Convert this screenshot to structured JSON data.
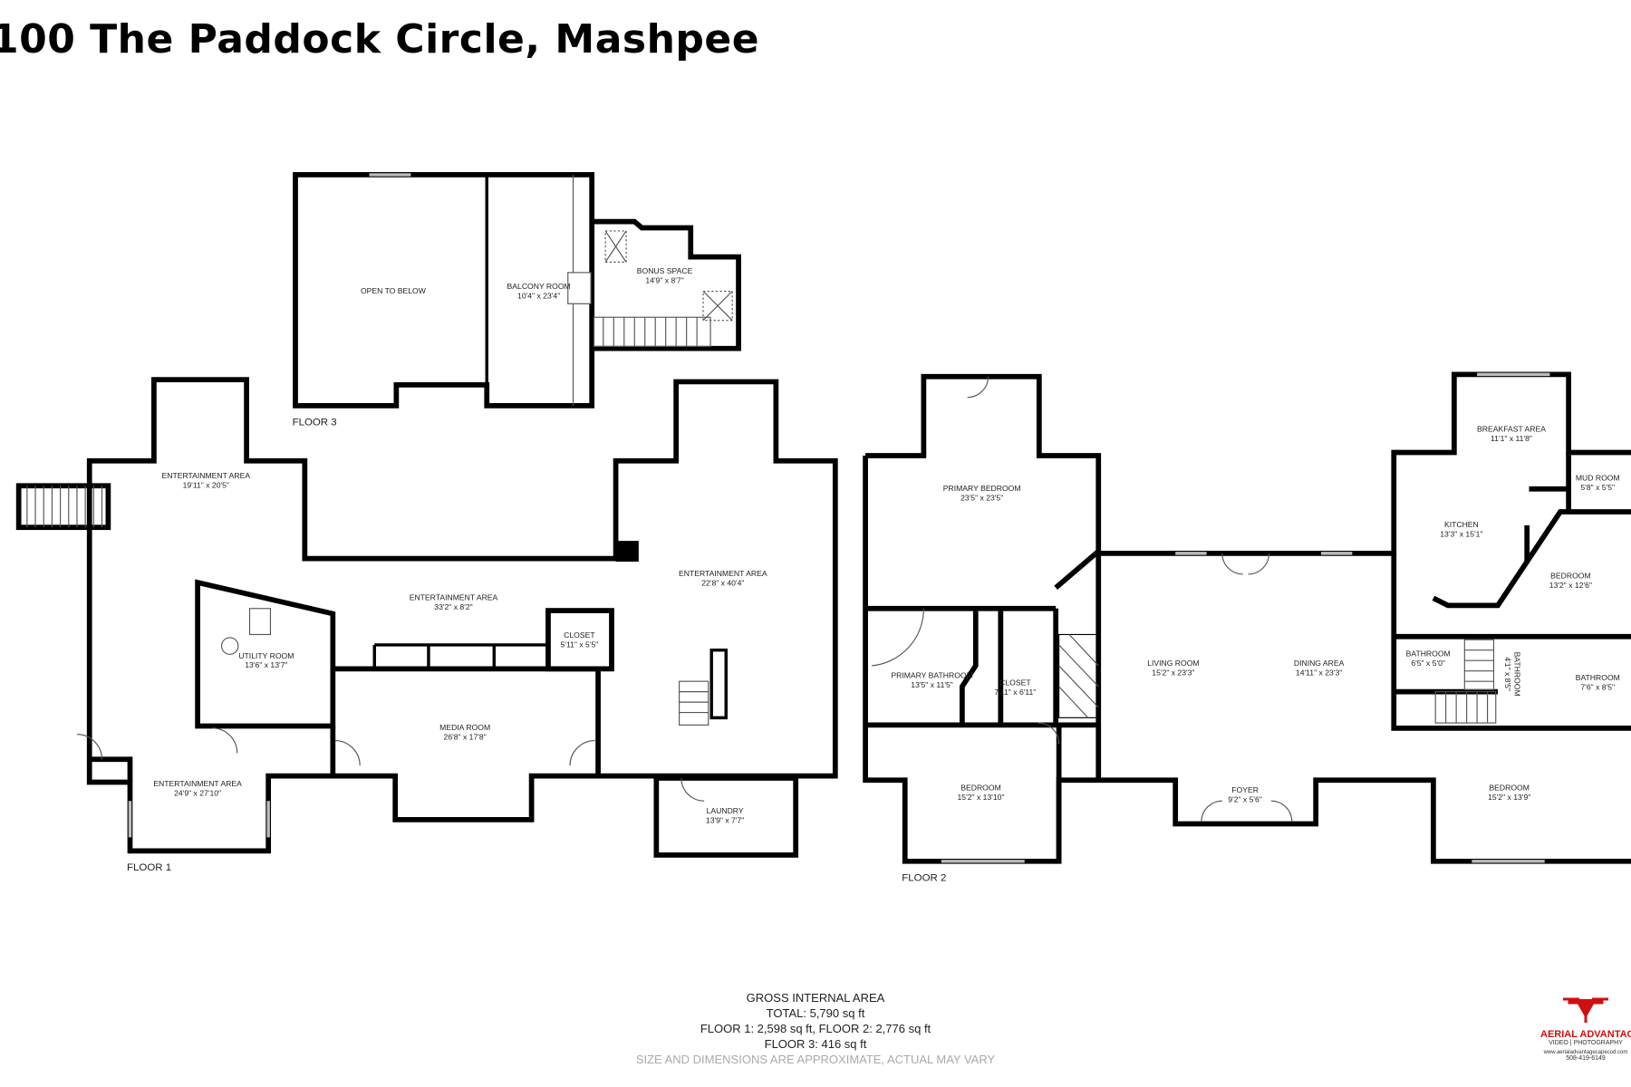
{
  "title": "100 The Paddock Circle, Mashpee",
  "floors": {
    "floor1": {
      "label": "FLOOR 1",
      "rooms": [
        {
          "name": "ENTERTAINMENT AREA",
          "dims": "19'11\" x 20'5\""
        },
        {
          "name": "ENTERTAINMENT AREA",
          "dims": "33'2\" x 8'2\""
        },
        {
          "name": "ENTERTAINMENT AREA",
          "dims": "22'8\" x 40'4\""
        },
        {
          "name": "UTILITY ROOM",
          "dims": "13'6\" x 13'7\""
        },
        {
          "name": "CLOSET",
          "dims": "5'11\" x 5'5\""
        },
        {
          "name": "MEDIA ROOM",
          "dims": "26'8\" x 17'8\""
        },
        {
          "name": "ENTERTAINMENT AREA",
          "dims": "24'9\" x 27'10\""
        },
        {
          "name": "LAUNDRY",
          "dims": "13'9\" x 7'7\""
        }
      ]
    },
    "floor2": {
      "label": "FLOOR 2",
      "rooms": [
        {
          "name": "PRIMARY BEDROOM",
          "dims": "23'5\" x 23'5\""
        },
        {
          "name": "PRIMARY BATHROOM",
          "dims": "13'5\" x 11'5\""
        },
        {
          "name": "CLOSET",
          "dims": "7'11\" x 6'11\""
        },
        {
          "name": "BEDROOM",
          "dims": "15'2\" x 13'10\""
        },
        {
          "name": "LIVING ROOM",
          "dims": "15'2\" x 23'3\""
        },
        {
          "name": "DINING AREA",
          "dims": "14'11\" x 23'3\""
        },
        {
          "name": "FOYER",
          "dims": "9'2\" x 5'6\""
        },
        {
          "name": "BREAKFAST AREA",
          "dims": "11'1\" x 11'8\""
        },
        {
          "name": "MUD ROOM",
          "dims": "5'8\" x 5'5\""
        },
        {
          "name": "KITCHEN",
          "dims": "13'3\" x 15'1\""
        },
        {
          "name": "BEDROOM",
          "dims": "13'2\" x 12'6\""
        },
        {
          "name": "BATHROOM",
          "dims": "6'5\" x 5'0\""
        },
        {
          "name": "BATHROOM",
          "dims": "4'1\" x 8'5\""
        },
        {
          "name": "BATHROOM",
          "dims": "7'6\" x 8'5\""
        },
        {
          "name": "BEDROOM",
          "dims": "15'2\" x 13'9\""
        }
      ]
    },
    "floor3": {
      "label": "FLOOR 3",
      "rooms": [
        {
          "name": "OPEN TO BELOW",
          "dims": ""
        },
        {
          "name": "BALCONY ROOM",
          "dims": "10'4\" x 23'4\""
        },
        {
          "name": "BONUS SPACE",
          "dims": "14'9\" x 8'7\""
        }
      ]
    }
  },
  "area": {
    "heading": "GROSS INTERNAL AREA",
    "total": "TOTAL: 5,790 sq ft",
    "floors12": "FLOOR 1: 2,598 sq ft, FLOOR 2: 2,776 sq ft",
    "floor3": "FLOOR 3: 416 sq ft",
    "disclaimer": "SIZE AND DIMENSIONS ARE APPROXIMATE, ACTUAL MAY VARY"
  },
  "logo": {
    "brand": "AERIAL ADVANTAGE",
    "tagline": "VIDEO | PHOTOGRAPHY",
    "website": "www.aerialadvantagecapecod.com",
    "phone": "508-419-6149",
    "icon": "drone-icon",
    "brand_color": "#d01010"
  }
}
